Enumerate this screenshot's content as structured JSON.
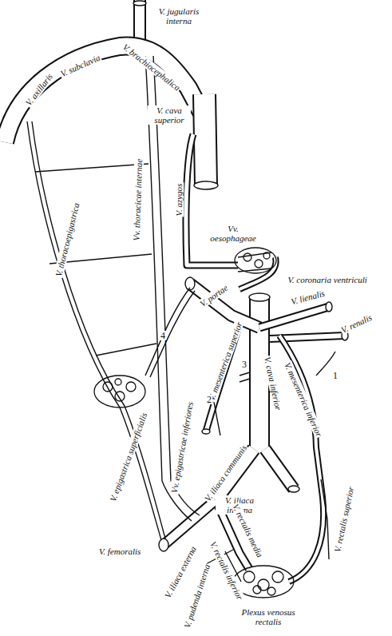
{
  "diagram": {
    "labels": [
      "V. jugularis interna",
      "V. subclavia",
      "V. brachiocephalica",
      "V. axillaris",
      "V. thoracoepigastrica",
      "Vv. thoracicae internae",
      "V. azygos",
      "V. cava superior",
      "Vv. oesophageae",
      "V. coronaria ventriculi",
      "V. portae",
      "4",
      "V. lienalis",
      "V. renalis",
      "V. mesenterica superior",
      "3",
      "2",
      "V. cava inferior",
      "V. mesenterica inferior",
      "1",
      "V. epigastrica superficialis",
      "Vv. epigastricae inferiores",
      "V. iliaca communis",
      "V. iliaca interna",
      "V. femoralis",
      "V. iliaca externa",
      "V. rectalis media",
      "V. rectalis superior",
      "V. pudenda interna",
      "V. rectalis inferior",
      "Plexus venosus rectalis"
    ]
  }
}
